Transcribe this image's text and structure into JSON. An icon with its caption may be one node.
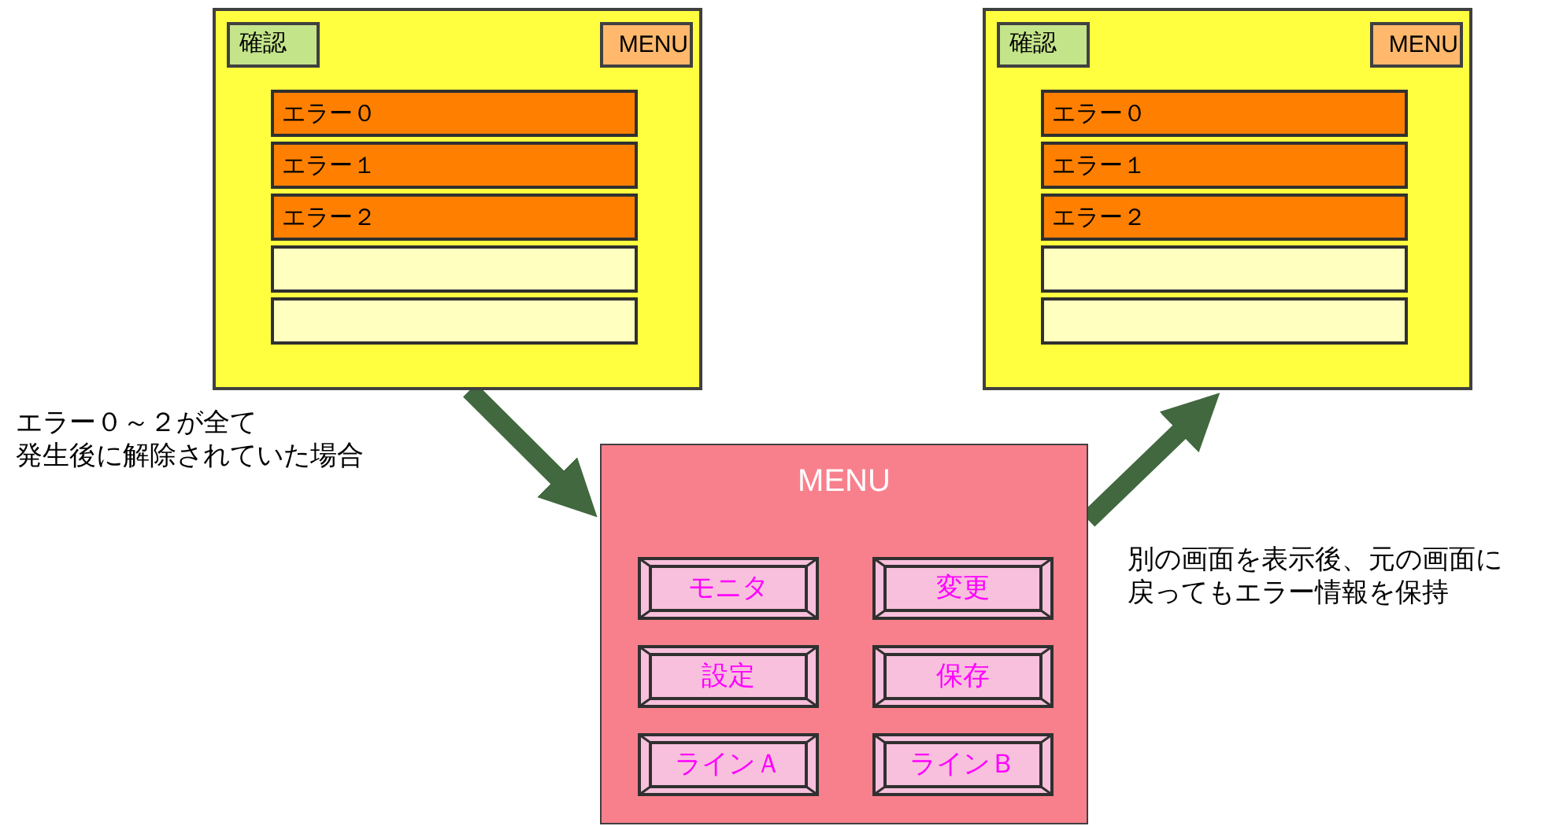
{
  "diagram": {
    "nodes": [
      {
        "text": [],
        "shape": "box"
      },
      {
        "text": [
          "確認"
        ],
        "in": 0
      },
      {
        "text": [
          "MENU"
        ],
        "in": 0
      },
      {
        "text": [
          "エラー０"
        ],
        "in": 0
      },
      {
        "text": [
          "エラー１"
        ],
        "in": 0
      },
      {
        "text": [
          "エラー２"
        ],
        "in": 0
      },
      {
        "text": [],
        "shape": "box",
        "in": 0
      },
      {
        "text": [],
        "shape": "box",
        "in": 0
      },
      {
        "text": [
          "MENU"
        ]
      },
      {
        "text": [
          "モニタ"
        ],
        "in": 8
      },
      {
        "text": [
          "変更"
        ],
        "in": 8
      },
      {
        "text": [
          "設定"
        ],
        "in": 8
      },
      {
        "text": [
          "保存"
        ],
        "in": 8
      },
      {
        "text": [
          "ラインＡ"
        ],
        "in": 8
      },
      {
        "text": [
          "ラインＢ"
        ],
        "in": 8
      },
      {
        "text": [],
        "shape": "box"
      },
      {
        "text": [
          "確認"
        ],
        "in": 15
      },
      {
        "text": [
          "MENU"
        ],
        "in": 15
      },
      {
        "text": [
          "エラー０"
        ],
        "in": 15
      },
      {
        "text": [
          "エラー１"
        ],
        "in": 15
      },
      {
        "text": [
          "エラー２"
        ],
        "in": 15
      },
      {
        "text": [],
        "shape": "box",
        "in": 15
      },
      {
        "text": [],
        "shape": "box",
        "in": 15
      }
    ],
    "edges": [
      {
        "from": 0,
        "to": 8,
        "arrow": "to",
        "label": "エラー０～２が全て発生後に解除されていた場合"
      },
      {
        "from": 8,
        "to": 15,
        "arrow": "to",
        "label": "別の画面を表示後、元の画面に戻ってもエラー情報を保持"
      }
    ]
  }
}
